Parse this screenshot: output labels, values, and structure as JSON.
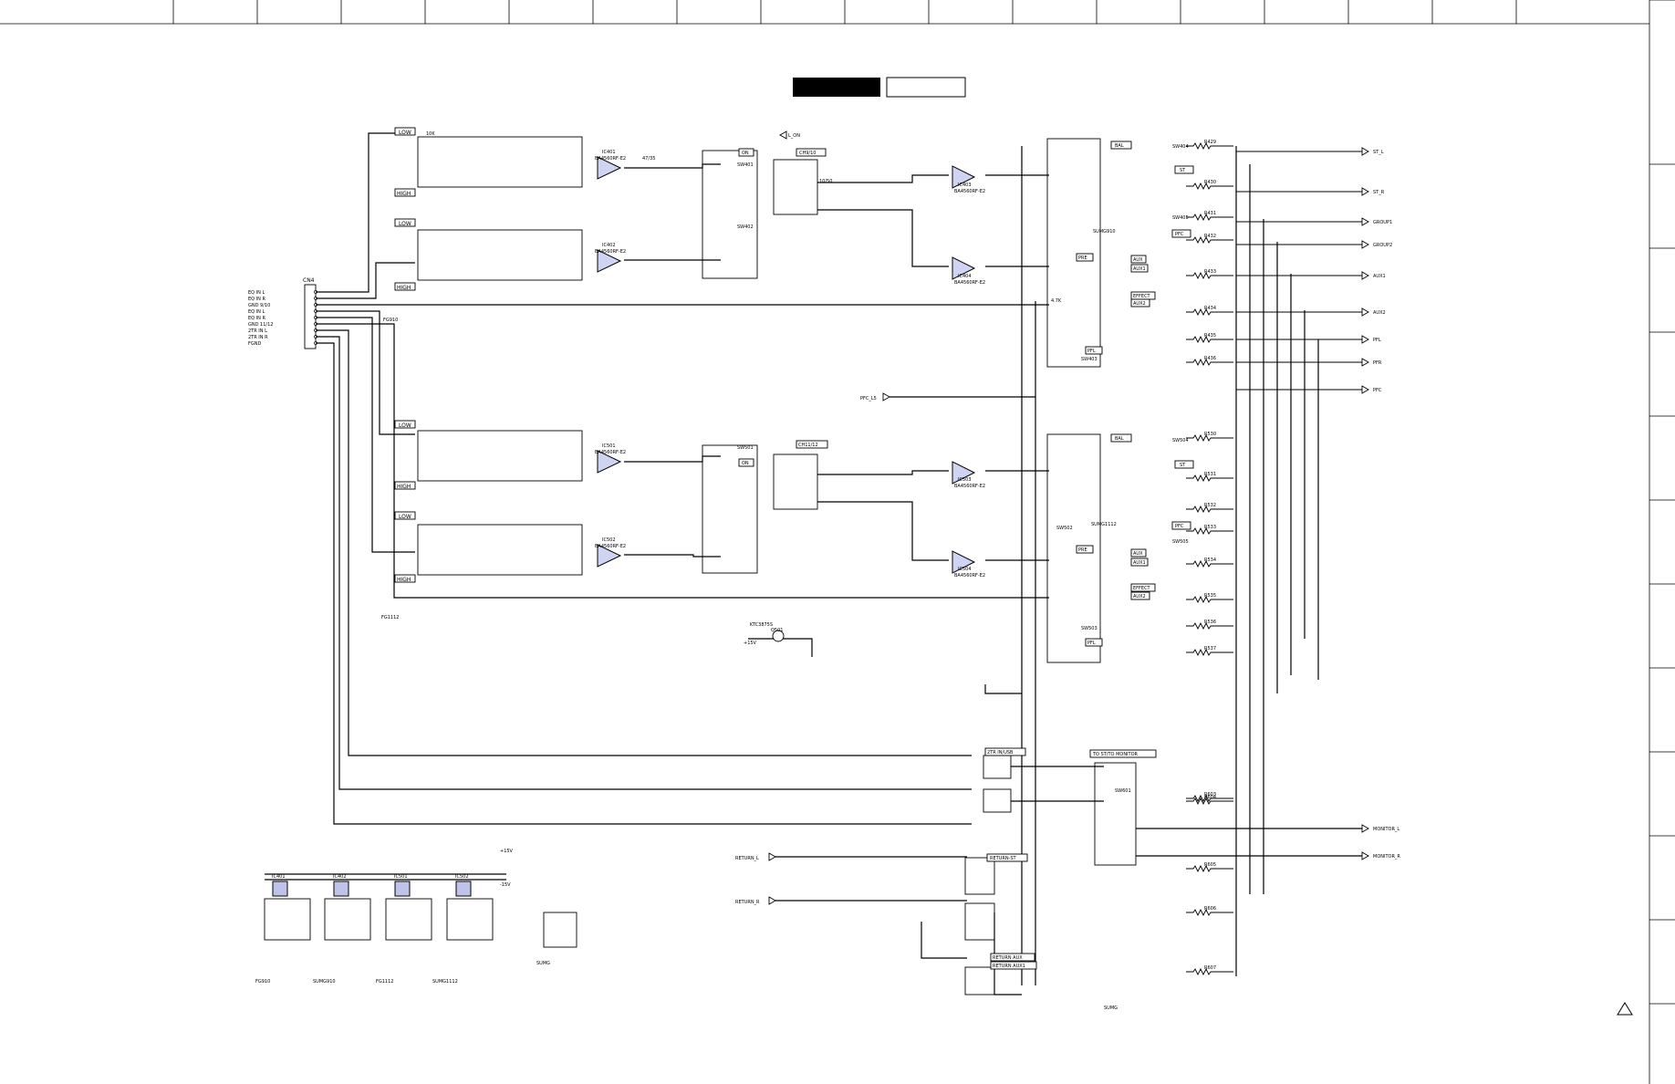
{
  "frame": {
    "caution_symbol": "warning-triangle-icon"
  },
  "connector": {
    "name": "CN4",
    "pins": [
      "EQ IN L",
      "EQ IN R",
      "GND 9/10",
      "EQ IN L",
      "EQ IN R",
      "GND 11/12",
      "2TR IN L",
      "2TR IN R",
      "FGND"
    ]
  },
  "eq_labels": {
    "low": "LOW",
    "high": "HIGH"
  },
  "ics": {
    "ic401": {
      "ref": "IC401",
      "part": "BA4560RF-E2"
    },
    "ic402": {
      "ref": "IC402",
      "part": "BA4560RF-E2"
    },
    "ic501": {
      "ref": "IC501",
      "part": "BA4560RF-E2"
    },
    "ic502": {
      "ref": "IC502",
      "part": "BA4560RF-E2"
    },
    "ic403": {
      "ref": "IC403",
      "part": "BA4560RF-E2"
    },
    "ic404": {
      "ref": "IC404",
      "part": "BA4560RF-E2"
    },
    "ic503": {
      "ref": "IC503",
      "part": "BA4560RF-E2"
    },
    "ic504": {
      "ref": "IC504",
      "part": "BA4560RF-E2"
    }
  },
  "channel_tags": {
    "ch_9_10": "CH9/10",
    "ch_11_12": "CH11/12",
    "on": "ON",
    "l_on": "L_ON",
    "pfc_l5": "PFC_L5"
  },
  "switch_labels": {
    "bal": "BAL",
    "st": "ST",
    "pre": "PRE",
    "pfc": "PFC",
    "aux": "AUX",
    "aux1": "AUX1",
    "effect": "EFFECT",
    "aux2": "AUX2",
    "pfl": "PFL"
  },
  "switch_refs": {
    "sw401": "SW401",
    "sw402": "SW402",
    "sw403": "SW403",
    "sw404": "SW404",
    "sw405": "SW405",
    "sw501": "SW501",
    "sw502": "SW502",
    "sw503": "SW503",
    "sw504": "SW504",
    "sw505": "SW505",
    "sw601": "SW601"
  },
  "outputs": {
    "st_l": "ST_L",
    "st_r": "ST_R",
    "group1": "GROUP1",
    "group2": "GROUP2",
    "aux1": "AUX1",
    "aux2": "AUX2",
    "pfl": "PFL",
    "pfr": "PFR",
    "pfc": "PFC",
    "monitor_l": "MONITOR_L",
    "monitor_r": "MONITOR_R"
  },
  "returns": {
    "return_l": "RETURN_L",
    "return_r": "RETURN_R",
    "return_st": "RETURN-ST",
    "return_aux": "RETURN AUX",
    "return_aux1": "RETURN AUX1",
    "two_tr_in_usb": "2TR IN/USB",
    "to_st_monitor": "TO ST/TO MONITOR"
  },
  "transistor": {
    "ref": "Q501",
    "part": "KTC3875S"
  },
  "grounds": {
    "fg910": "FG910",
    "fg1112": "FG1112",
    "sumg910": "SUMG910",
    "sumg1112": "SUMG1112",
    "sumg": "SUMG"
  },
  "power": {
    "p15": "+15V",
    "m15": "-15V"
  },
  "resistors_right": [
    "R429",
    "R430",
    "R431",
    "R432",
    "R433",
    "R434",
    "R435",
    "R436",
    "R530",
    "R531",
    "R532",
    "R533",
    "R534",
    "R535",
    "R536",
    "R537",
    "R603",
    "R604",
    "R605",
    "R606",
    "R607"
  ],
  "component_values": {
    "r10k": "10K",
    "c47_35": "47/35",
    "c10_50": "10/50",
    "r4_7k": "4.7K"
  }
}
